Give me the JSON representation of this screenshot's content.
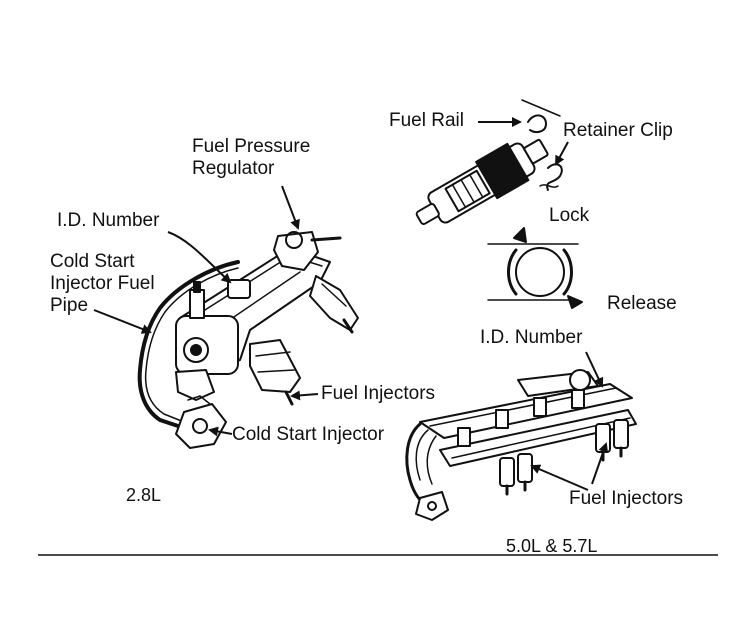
{
  "colors": {
    "ink": "#111111",
    "background": "#ffffff"
  },
  "left_assembly": {
    "caption": "2.8L",
    "labels": {
      "fuel_pressure_regulator_1": "Fuel Pressure",
      "fuel_pressure_regulator_2": "Regulator",
      "id_number": "I.D. Number",
      "cold_start_pipe_1": "Cold Start",
      "cold_start_pipe_2": "Injector Fuel",
      "cold_start_pipe_3": "Pipe",
      "fuel_injectors": "Fuel Injectors",
      "cold_start_injector": "Cold Start Injector"
    }
  },
  "detail_view": {
    "labels": {
      "fuel_rail": "Fuel Rail",
      "retainer_clip": "Retainer Clip",
      "lock": "Lock",
      "release": "Release"
    }
  },
  "right_assembly": {
    "caption": "5.0L & 5.7L",
    "labels": {
      "id_number": "I.D. Number",
      "fuel_injectors": "Fuel Injectors"
    }
  }
}
